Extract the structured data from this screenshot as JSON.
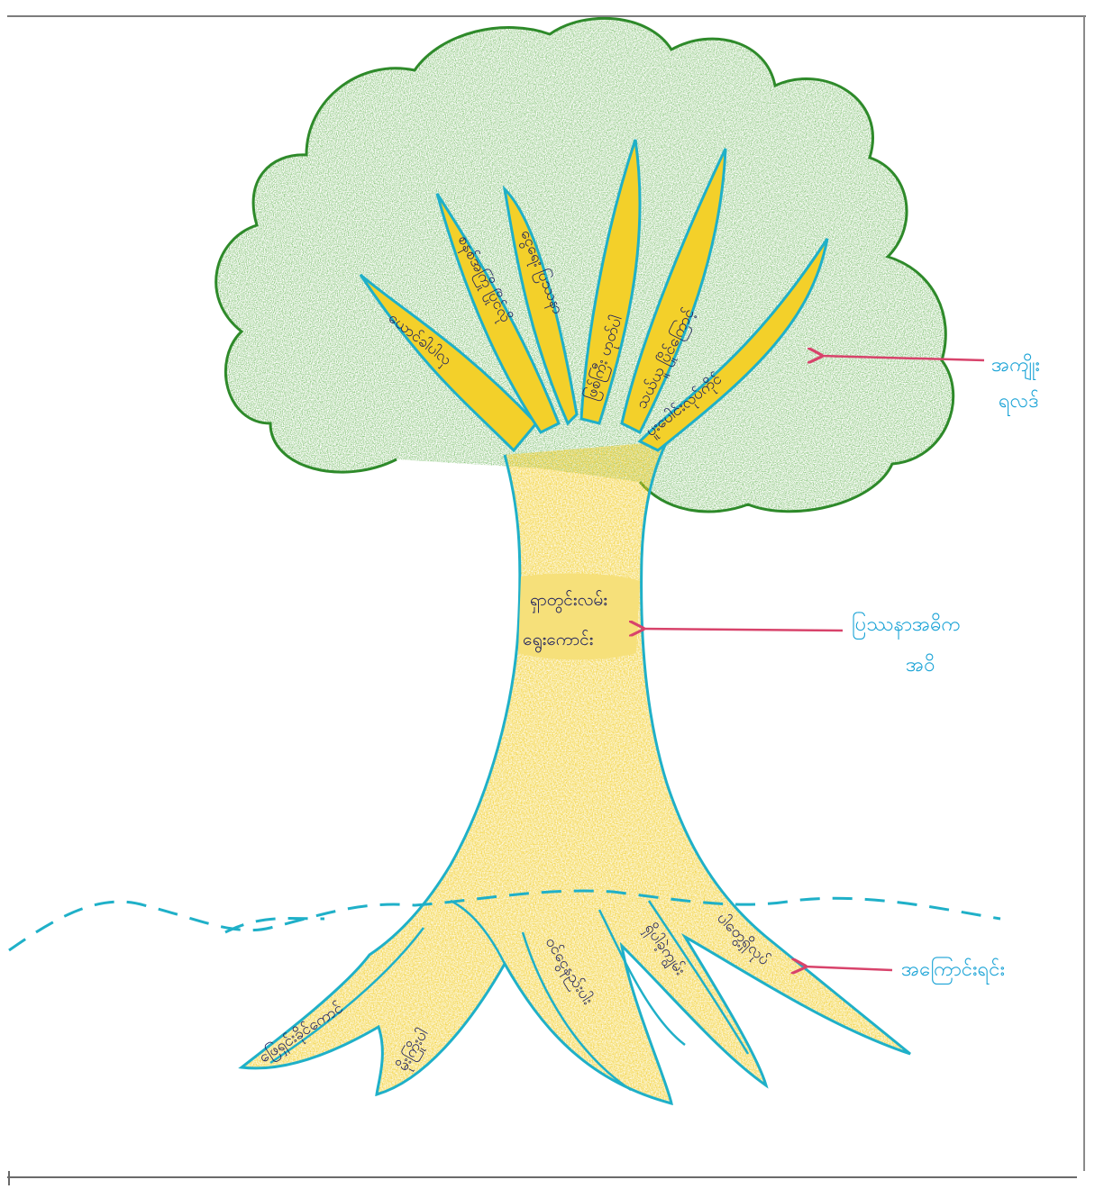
{
  "diagram": {
    "labels": {
      "leaves": [
        "အကျိုး",
        "ရလဒ်"
      ],
      "trunk": [
        "ပြဿနာအဓိက",
        "အဝိ"
      ],
      "roots": "အကြောင်းရင်း"
    },
    "trunk_text": [
      "ရှာတွင်းလမ်း",
      "ရွေးကောင်း"
    ],
    "branch_texts": [
      "ယောင်ခါပါလှ",
      "စနစ်အကြို ပြိုင်လို",
      "ငွေရေး ပြဿနာ",
      "ဖြစ်ကြီး ဟုတ်ပါ",
      "သယ်ယူ ပြိုင်ကြောင့်",
      "ပူးပေါင်းလုပ်ကိုင်"
    ],
    "root_texts": [
      "ဖြေရှင်းခိုင်ကောင်",
      "မိုးကြိုးပါ",
      "ဝင်ငွေနည်းပါး",
      "ရှိပါခဲ့ကျွမ်း",
      "ပါတွေ့ရှိလုပ်"
    ],
    "colors": {
      "foliage": "#4fa83a",
      "trunk": "#f1cc22",
      "outline": "#1fb0c8",
      "arrow": "#d8436b",
      "label": "#1aa3d6",
      "ink": "#1c1f5e"
    }
  }
}
